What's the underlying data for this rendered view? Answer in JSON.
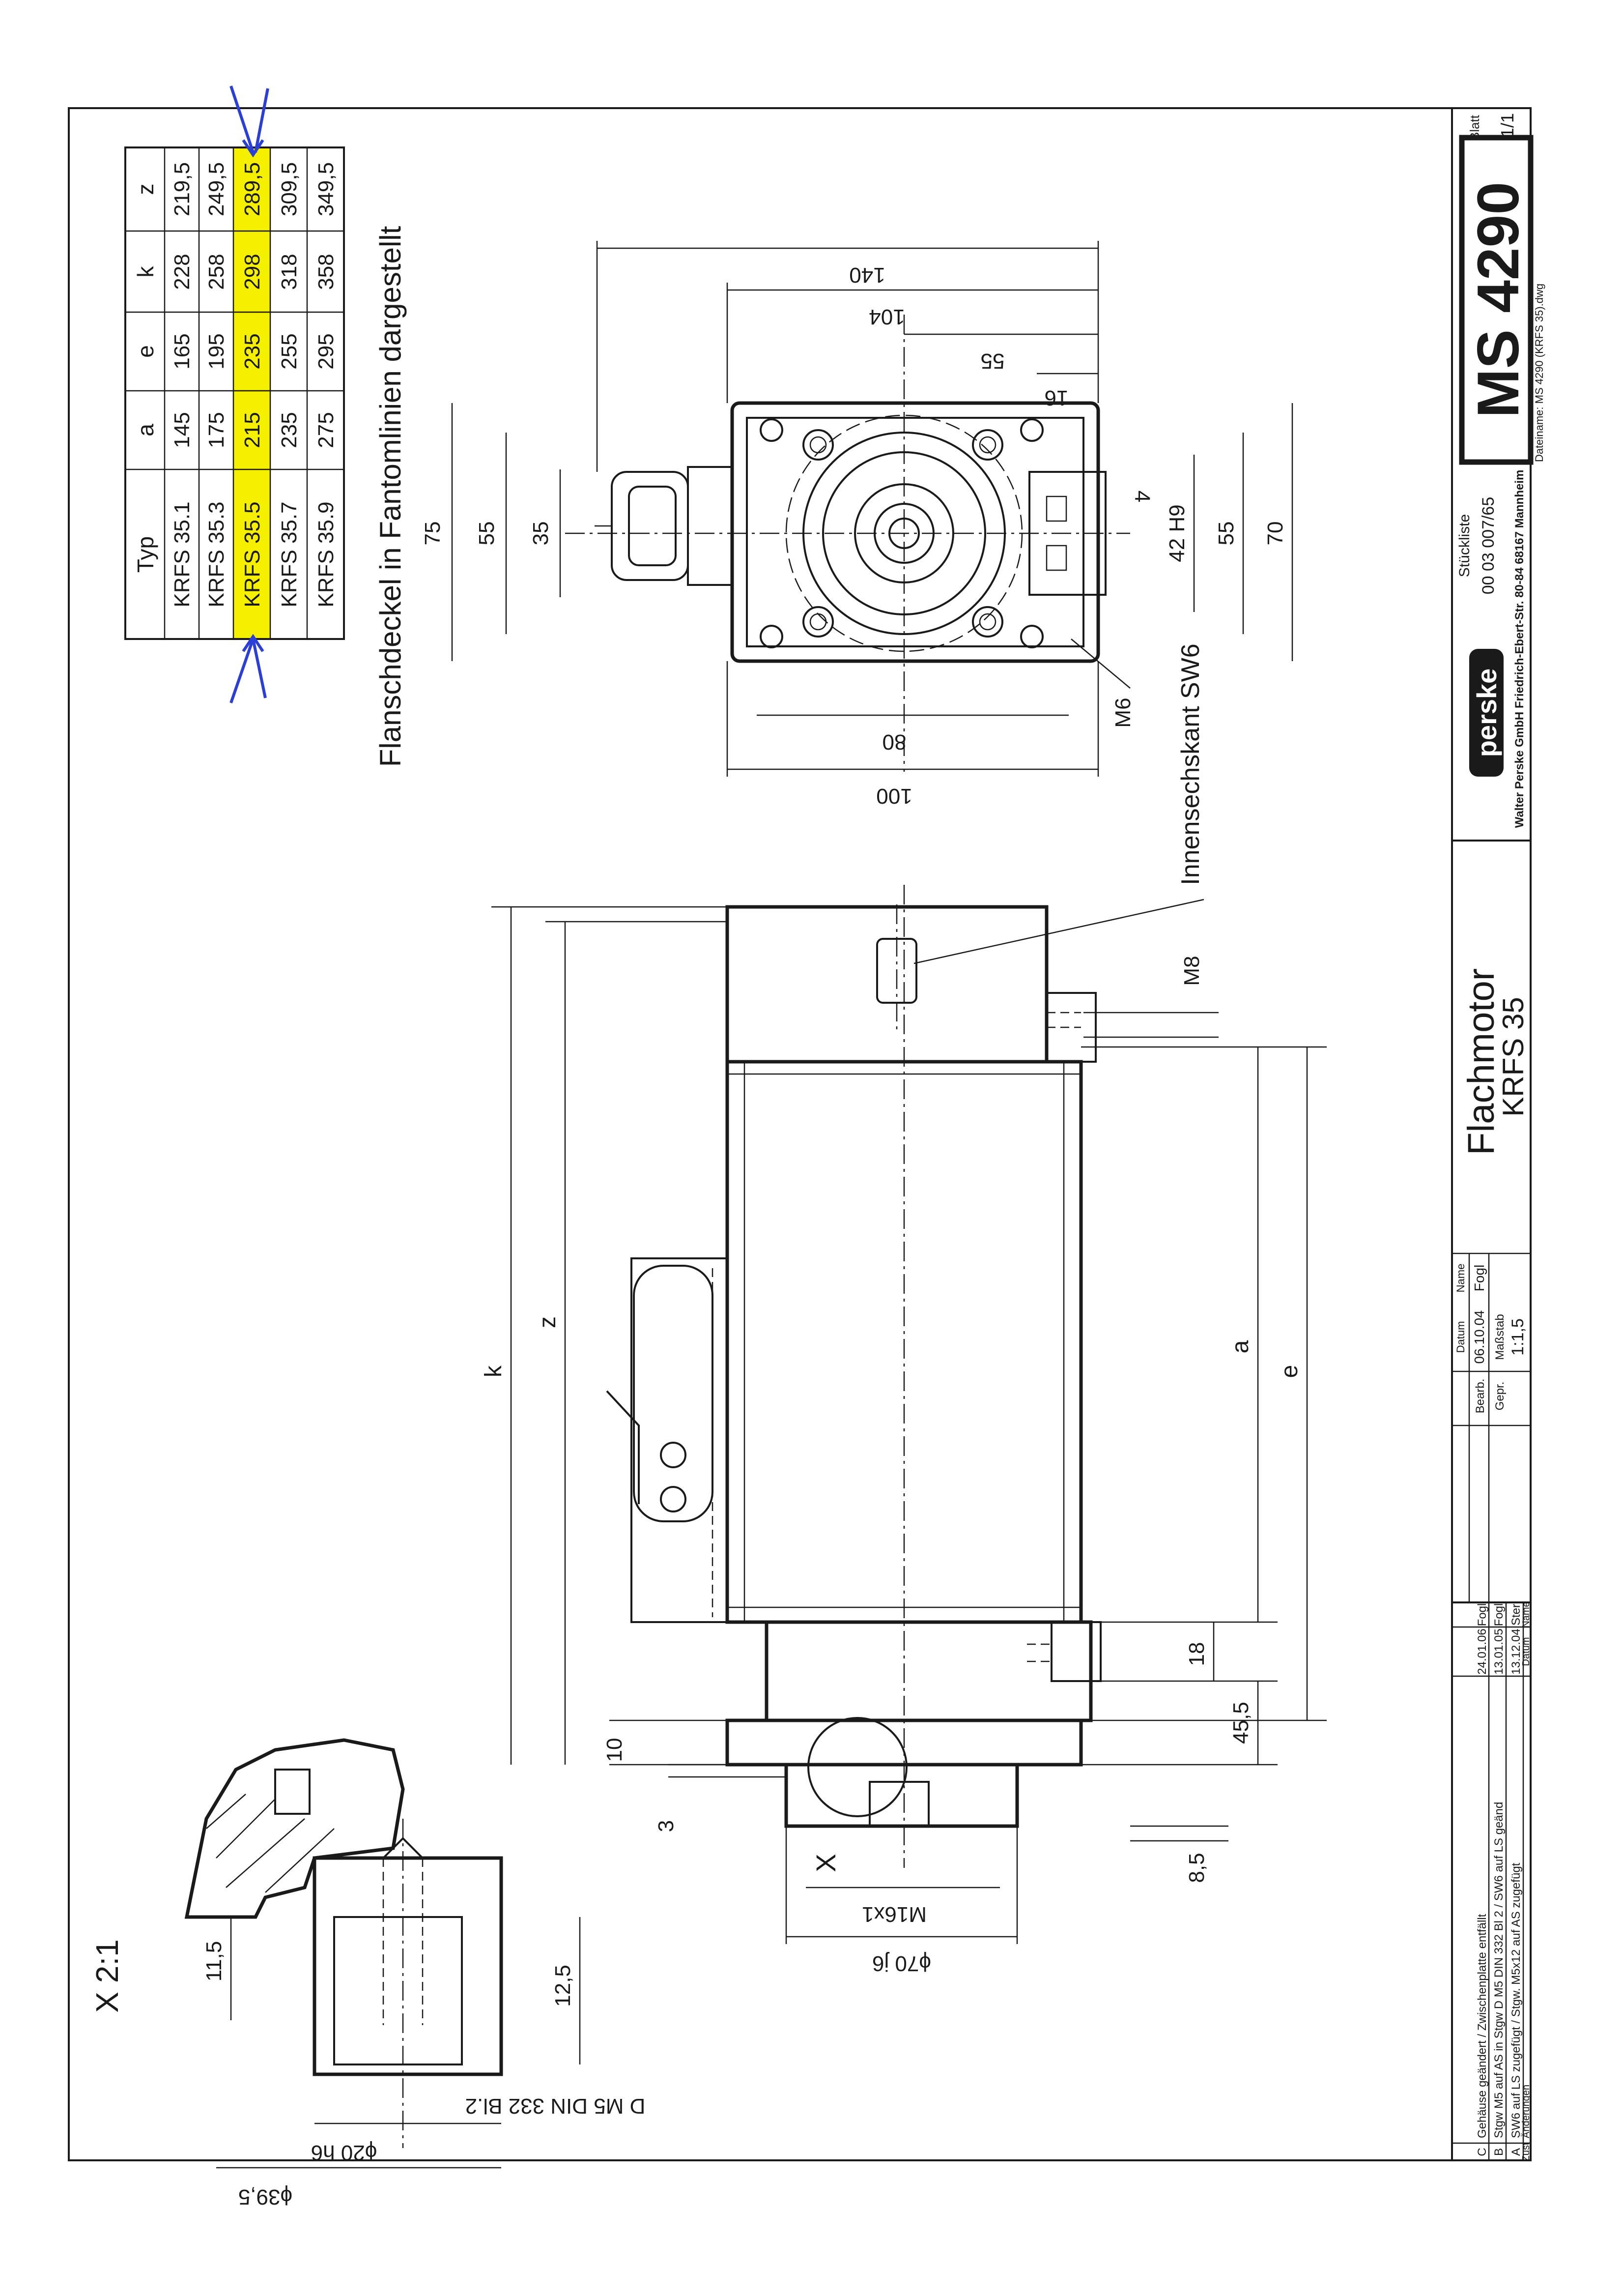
{
  "variant_table": {
    "headers": [
      "Typ",
      "a",
      "e",
      "k",
      "z"
    ],
    "rows": [
      [
        "KRFS 35.1",
        "145",
        "165",
        "228",
        "219,5"
      ],
      [
        "KRFS 35.3",
        "175",
        "195",
        "258",
        "249,5"
      ],
      [
        "KRFS 35.5",
        "215",
        "235",
        "298",
        "289,5"
      ],
      [
        "KRFS 35.7",
        "235",
        "255",
        "318",
        "309,5"
      ],
      [
        "KRFS 35.9",
        "275",
        "295",
        "358",
        "349,5"
      ]
    ],
    "highlighted_row": 2,
    "highlight_color": "#f4f000",
    "marker_color": "#2b3fd6"
  },
  "notes": {
    "phantom": "Flanschdeckel in Fantomlinien dargestellt",
    "hex_socket": "Innensechskant SW6",
    "detail_label": "X 2:1",
    "detail_marker": "X"
  },
  "dims_front": {
    "d140": "140",
    "d104": "104",
    "d55": "55",
    "d16": "16",
    "d75": "75",
    "d55b": "55",
    "d35": "35",
    "d4": "4",
    "d42h9": "42 H9",
    "d55c": "55",
    "d70": "70",
    "m6": "M6",
    "d80": "80",
    "d100": "100"
  },
  "dims_side": {
    "m8": "M8",
    "k": "k",
    "z": "z",
    "a": "a",
    "e": "e",
    "d18": "18",
    "d45_5": "45,5",
    "d10": "10",
    "d3": "3",
    "d8_5": "8,5",
    "m16x1": "M16x1",
    "d70j6": "ϕ70 j6"
  },
  "dims_detail": {
    "d11_5": "11,5",
    "d12_5": "12,5",
    "din": "D M5  DIN 332 Bl.2",
    "d20h6": "ϕ20 h6",
    "d39_5": "ϕ39,5"
  },
  "title_block": {
    "product": "Flachmotor",
    "model": "KRFS 35",
    "drawing_no": "MS 4290",
    "sheet_label": "Blatt",
    "sheet": "1/1",
    "filename": "Dateiname: MS 4290 (KRFS 35).dwg",
    "brand": "perske",
    "company": "Walter Perske GmbH  Friedrich-Ebert-Str. 80-84  68167 Mannheim",
    "parts_list_label": "Stückliste",
    "parts_list": "00 03 007/65",
    "date_header": "Datum",
    "name_header": "Name",
    "bearb_label": "Bearb.",
    "bearb_date": "06.10.04",
    "bearb_name": "Fogl",
    "gepr_label": "Gepr.",
    "scale_label": "Maßstab",
    "scale": "1:1,5",
    "revisions": [
      {
        "id": "C",
        "text": "Gehäuse geändert / Zwischenplatte entfällt",
        "date": "24.01.06",
        "name": "Fogl"
      },
      {
        "id": "B",
        "text": "Stgw M5 auf AS in Stgw D M5 DIN 332 Bl 2 / SW6 auf LS geänd",
        "date": "13.01.05",
        "name": "Fogl"
      },
      {
        "id": "A",
        "text": "SW6 auf LS zugefügt / Stgw. M5x12 auf AS zugefügt",
        "date": "13.12.04",
        "name": "Ster"
      }
    ],
    "rev_footer": {
      "zust": "Zust",
      "changes": "Änderungen",
      "date": "Datum",
      "name": "Name"
    }
  }
}
